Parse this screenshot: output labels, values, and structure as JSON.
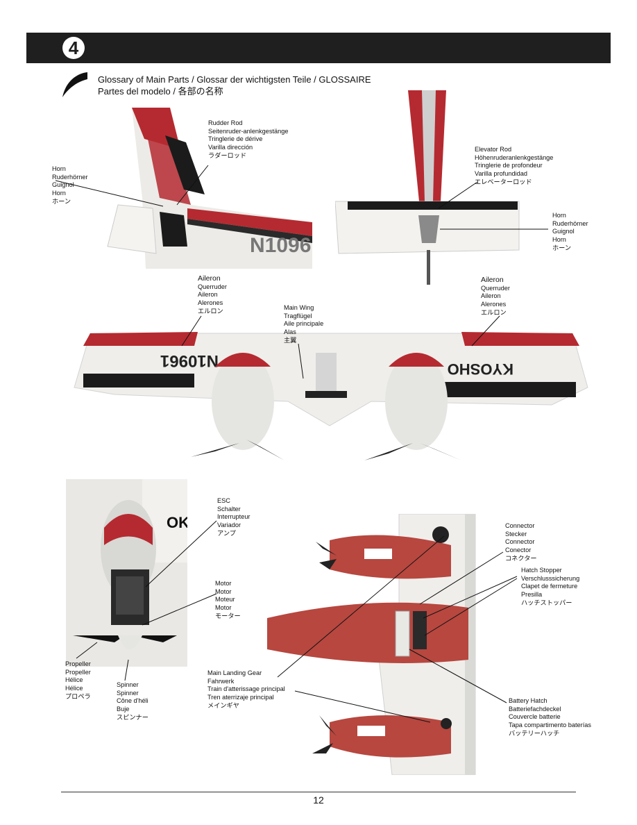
{
  "header": {
    "step_number": "4"
  },
  "glossary": {
    "title_line1": "Glossary of Main Parts  /  Glossar der wichtigsten Teile  /  GLOSSAIRE",
    "title_line2": "Partes del modelo    / 各部の名称"
  },
  "labels": {
    "rudder_rod": [
      "Rudder Rod",
      "Seitenruder-anlenkgestänge",
      "Tringlerie de dérive",
      "Varilla dirección",
      "ラダーロッド"
    ],
    "horn_left": [
      "Horn",
      "Ruderhörner",
      "Guignol",
      "Horn",
      "ホーン"
    ],
    "elevator_rod": [
      "Elevator Rod",
      "Höhenruderanlenkgestänge",
      "Tringlerie de profondeur",
      "Varilla profundidad",
      "エレベーターロッド"
    ],
    "horn_right": [
      "Horn",
      "Ruderhörner",
      "Guignol",
      "Horn",
      "ホーン"
    ],
    "aileron_left": [
      "Aileron",
      "Querruder",
      "Aileron",
      "Alerones",
      "エルロン"
    ],
    "main_wing": [
      "Main Wing",
      "Tragflügel",
      "Aile principale",
      "Alas",
      "主翼"
    ],
    "aileron_right": [
      "Aileron",
      "Querruder",
      "Aileron",
      "Alerones",
      "エルロン"
    ],
    "esc": [
      "ESC",
      "Schalter",
      "Interrupteur",
      "Variador",
      "アンプ"
    ],
    "motor": [
      "Motor",
      "Motor",
      "Moteur",
      "Motor",
      "モーター"
    ],
    "propeller": [
      "Propeller",
      "Propeller",
      "Hélice",
      "Hélice",
      "プロペラ"
    ],
    "spinner": [
      "Spinner",
      "Spinner",
      "Cône d'héli",
      "Buje",
      "スピンナー"
    ],
    "connector": [
      "Connector",
      "Stecker",
      "Connector",
      "Conector",
      "コネクター"
    ],
    "hatch_stopper": [
      "Hatch Stopper",
      "Verschlusssicherung",
      "Clapet de fermeture",
      "Presilla",
      "ハッチストッパー"
    ],
    "main_landing_gear": [
      "Main Landing Gear",
      "Fahrwerk",
      "Train d'atterissage principal",
      "Tren aterrizaje principal",
      "メインギヤ"
    ],
    "battery_hatch": [
      "Battery Hatch",
      "Batteriefachdeckel",
      "Couvercle batterie",
      "Tapa compartimento baterías",
      "バッテリーハッチ"
    ]
  },
  "photo_text": {
    "tail_registration": "N1096",
    "wing_registration": "N10961",
    "wing_brand": "KYOSHO",
    "esc_photo_brand": "OK"
  },
  "colors": {
    "accent_red": "#c4262b",
    "stripe_black": "#1b1b1b",
    "header_bg": "#1f1f1f"
  },
  "footer": {
    "page_number": "12"
  }
}
